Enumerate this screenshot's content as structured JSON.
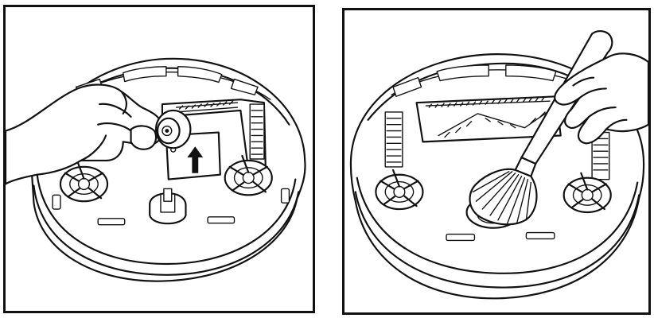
{
  "figure": {
    "panels": [
      {
        "id": "remove-side-brush",
        "arrow_direction": "up",
        "depicts": [
          "robot-vacuum-underside",
          "hand-holding-wheel",
          "up-arrow"
        ]
      },
      {
        "id": "brush-clean-compartment",
        "depicts": [
          "robot-vacuum-underside",
          "hand-holding-cleaning-brush"
        ]
      }
    ],
    "colors": {
      "line": "#111111",
      "background": "#ffffff"
    }
  }
}
